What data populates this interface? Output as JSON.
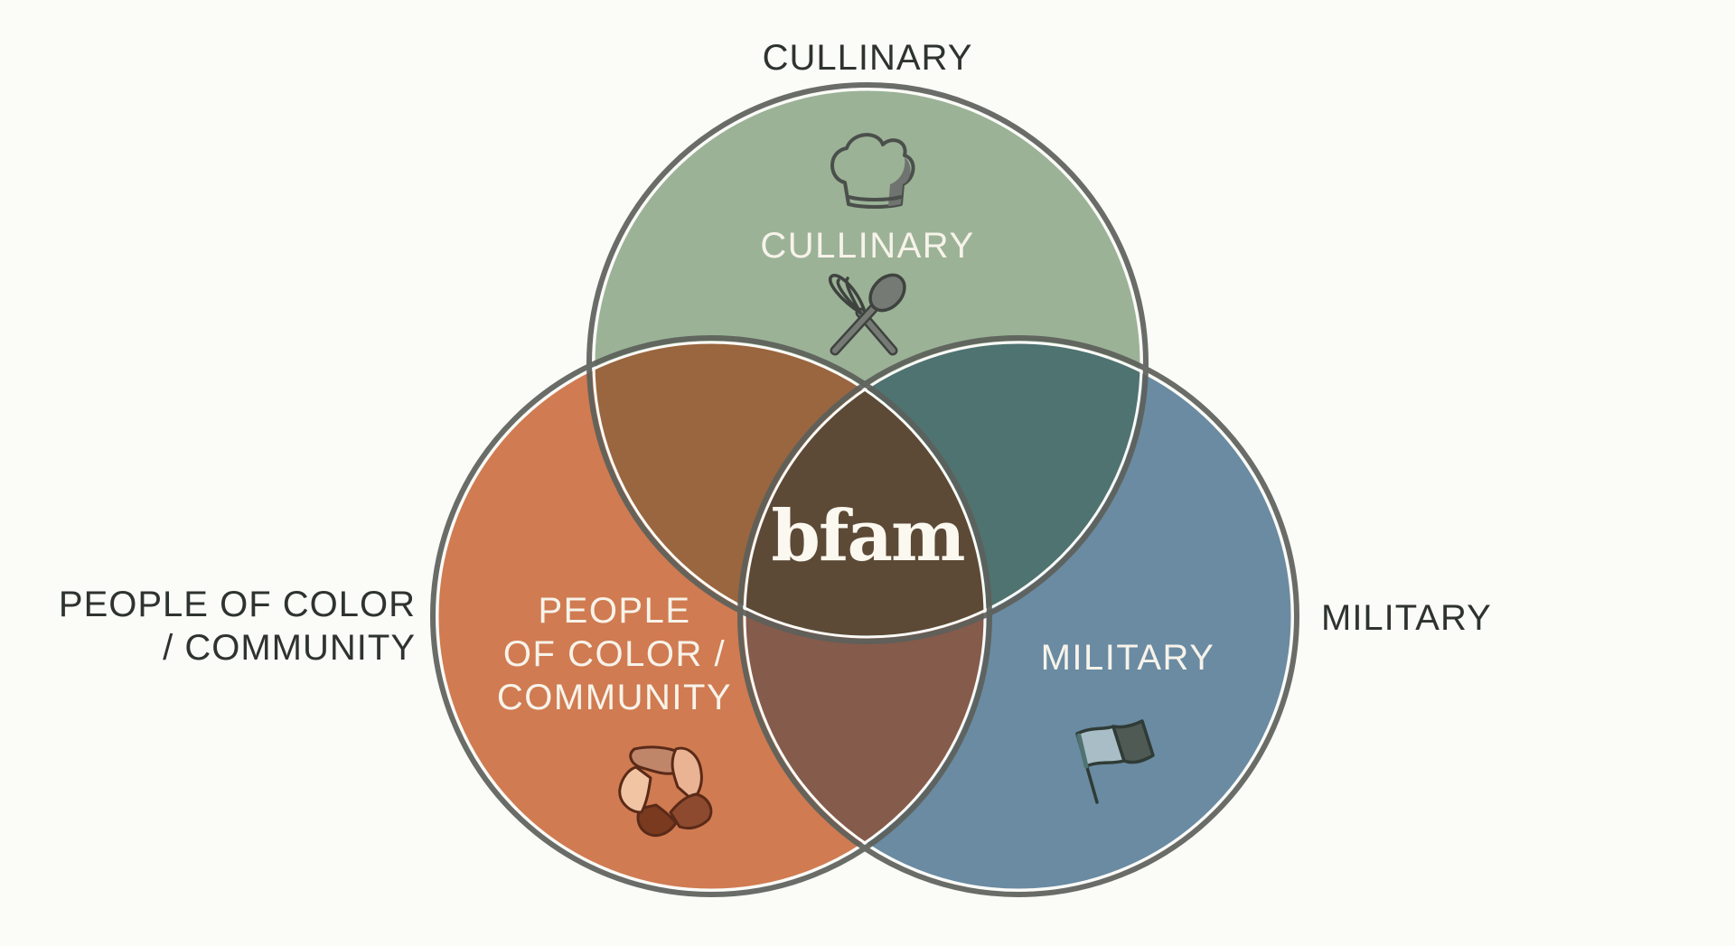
{
  "diagram": {
    "type": "venn",
    "center_label": "bfam",
    "sets": [
      {
        "id": "culinary",
        "outer_label": "CULLINARY",
        "inner_label": "CULLINARY",
        "icons": [
          "chef-hat-icon",
          "whisk-and-spoon-icon"
        ],
        "fill": "#9bb296",
        "position": "top"
      },
      {
        "id": "people-of-color-community",
        "outer_label_line1": "PEOPLE OF COLOR",
        "outer_label_line2": "/ COMMUNITY",
        "inner_label_line1": "PEOPLE",
        "inner_label_line2": "OF COLOR /",
        "inner_label_line3": "COMMUNITY",
        "icons": [
          "hands-circle-icon"
        ],
        "fill": "#d07b51",
        "position": "left"
      },
      {
        "id": "military",
        "outer_label": "MILITARY",
        "inner_label": "MILITARY",
        "icons": [
          "flag-icon"
        ],
        "fill": "#6a8ba2",
        "position": "right"
      }
    ],
    "overlap_colors": {
      "culinary_poc": "#9a663f",
      "culinary_military": "#4f7370",
      "poc_military": "#855b4b",
      "all_three": "#5c4a36"
    },
    "stroke_color": "#5d605b",
    "background": "#fbfbf8"
  }
}
